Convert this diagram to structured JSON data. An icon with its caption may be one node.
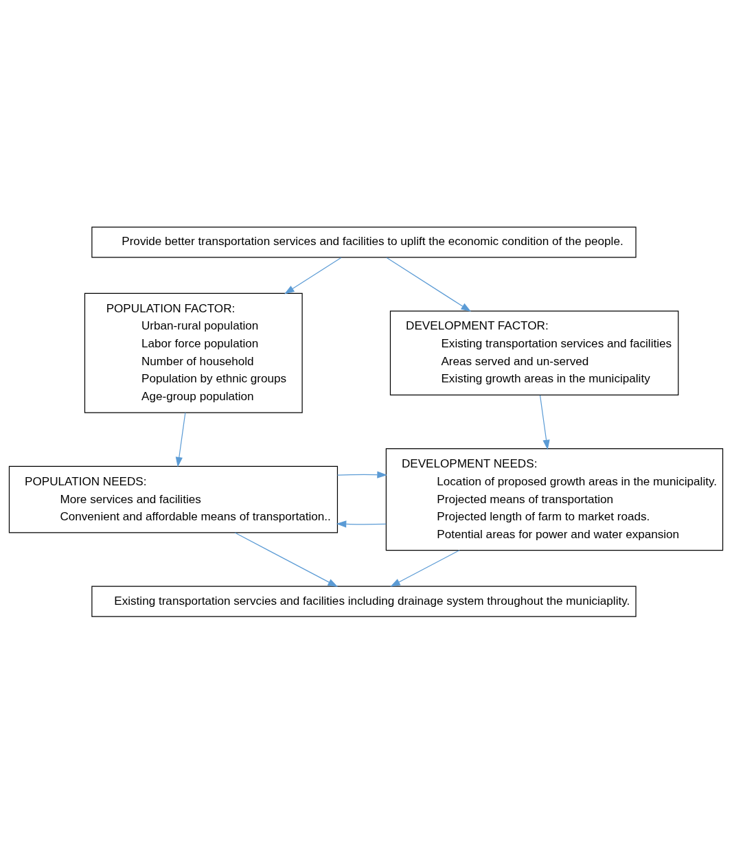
{
  "diagram": {
    "nodes": [
      {
        "text": [
          "Provide better transportation services and facilities to uplift the economic condition of the people."
        ]
      },
      {
        "text": [
          "POPULATION FACTOR:",
          "Urban-rural population",
          "Labor force population",
          "Number of household",
          "Population by ethnic groups",
          "Age-group population"
        ]
      },
      {
        "text": [
          "DEVELOPMENT FACTOR:",
          "Existing transportation services and facilities",
          "Areas served and un-served",
          "Existing growth areas in the municipality"
        ]
      },
      {
        "text": [
          "POPULATION NEEDS:",
          "More services and facilities",
          "Convenient and affordable means of transportation.."
        ]
      },
      {
        "text": [
          "DEVELOPMENT NEEDS:",
          "Location of proposed growth areas in the municipality.",
          "Projected means of transportation",
          "Projected length of farm to market roads.",
          "Potential areas for power and water expansion"
        ]
      },
      {
        "text": [
          "Existing transportation servcies and facilities including drainage system throughout the municiaplity."
        ]
      }
    ],
    "edges": [
      {
        "from": 0,
        "to": 1,
        "arrow": "to"
      },
      {
        "from": 0,
        "to": 2,
        "arrow": "to"
      },
      {
        "from": 1,
        "to": 3,
        "arrow": "to"
      },
      {
        "from": 2,
        "to": 4,
        "arrow": "to"
      },
      {
        "from": 4,
        "to": 3,
        "arrow": "to"
      },
      {
        "from": 3,
        "to": 4,
        "arrow": "to"
      },
      {
        "from": 3,
        "to": 5,
        "arrow": "to"
      },
      {
        "from": 4,
        "to": 5,
        "arrow": "to"
      }
    ]
  }
}
